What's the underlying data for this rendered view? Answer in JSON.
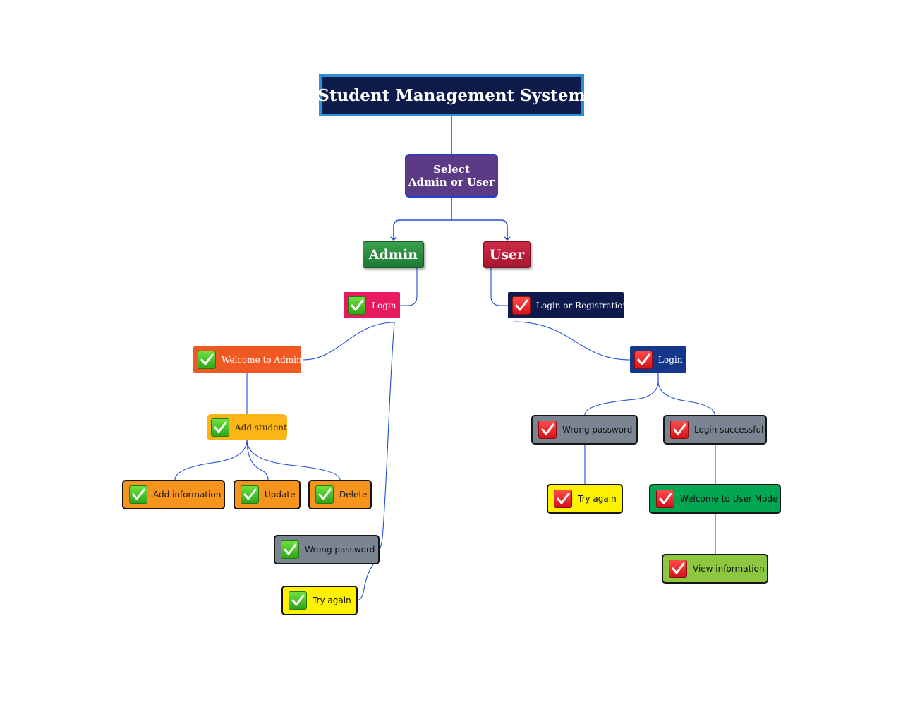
{
  "diagram": {
    "title": "Student Management System",
    "select": {
      "line1": "Select",
      "line2": "Admin or User"
    },
    "admin": {
      "label": "Admin",
      "login": "Login",
      "welcome": "Welcome to Admin",
      "add_student": "Add student",
      "add_information": "Add information",
      "update": "Update",
      "delete": "Delete",
      "wrong_password": "Wrong password",
      "try_again": "Try again"
    },
    "user": {
      "label": "User",
      "login_or_registration": "Login or Registration",
      "login": "Login",
      "wrong_password": "Wrong password",
      "login_successful": "Login successful",
      "try_again": "Try again",
      "welcome_user_mode": "Welcome to User Mode",
      "view_information": "View information"
    }
  },
  "colors": {
    "connector": "#1f4fd8",
    "admin_green": "#2a8f42",
    "user_red": "#b81f39",
    "check_green": "#3bbf25",
    "check_red": "#e01d23"
  },
  "icons": {
    "check": "check-icon"
  }
}
